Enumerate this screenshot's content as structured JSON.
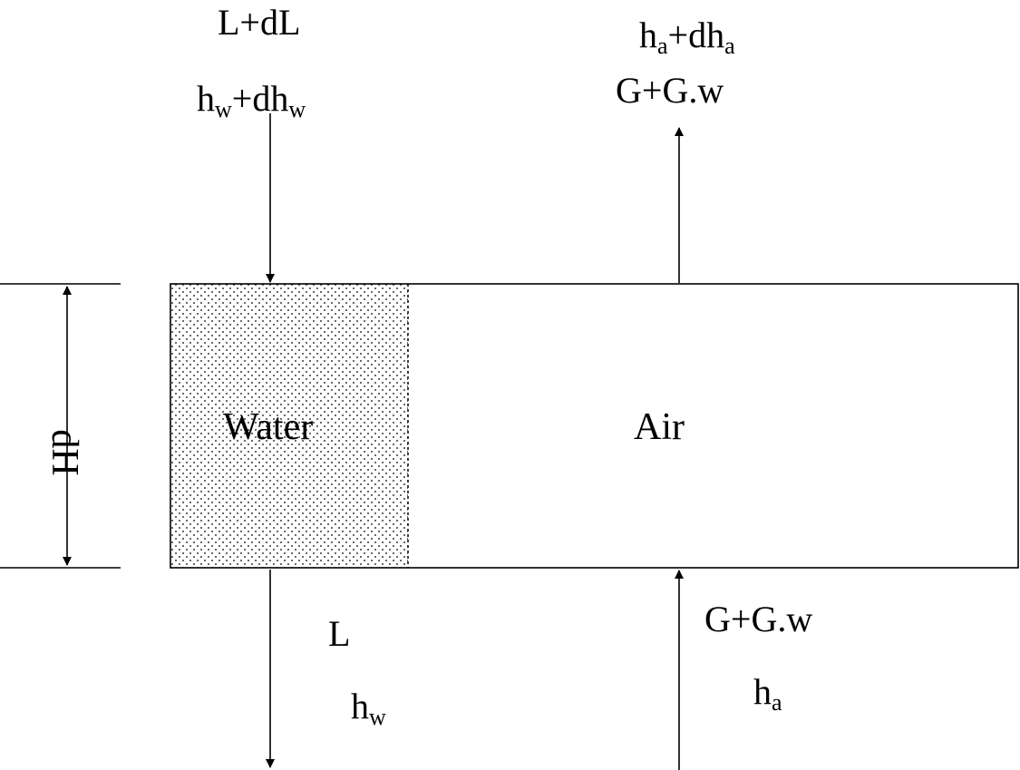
{
  "water_inlet": {
    "flow": "L+dL",
    "enthalpy_base": "h",
    "enthalpy_sub": "w",
    "enthalpy_d_base": "+dh",
    "enthalpy_d_sub": "w"
  },
  "air_outlet": {
    "enthalpy_base": "h",
    "enthalpy_sub": "a",
    "enthalpy_d_base": "+dh",
    "enthalpy_d_sub": "a",
    "flow": "G+G.w"
  },
  "water_outlet": {
    "flow": "L",
    "enthalpy_base": "h",
    "enthalpy_sub": "w"
  },
  "air_inlet": {
    "flow": "G+G.w",
    "enthalpy_base": "h",
    "enthalpy_sub": "a"
  },
  "regions": {
    "water": "Water",
    "air": "Air"
  },
  "dimension": {
    "height": "dH"
  }
}
